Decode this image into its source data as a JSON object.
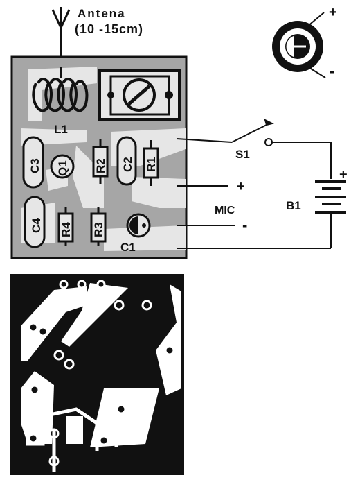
{
  "labels": {
    "antenna_title": "Antena",
    "antenna_length": "(10 -15cm)",
    "l1": "L1",
    "c3": "C3",
    "q1": "Q1",
    "r2": "R2",
    "c2": "C2",
    "r1": "R1",
    "c4": "C4",
    "r4": "R4",
    "r3": "R3",
    "c1": "C1",
    "s1": "S1",
    "b1": "B1",
    "mic": "MIC",
    "mic_plus": "+",
    "mic_minus": "-",
    "battery_plus": "+",
    "cap_symbol_plus": "+",
    "cap_symbol_minus": "-"
  },
  "colors": {
    "board_fill": "#a6a6a6",
    "trace_fill": "#e6e6e6",
    "ink": "#111111",
    "copper_dark": "#111111",
    "copper_clear": "#ffffff"
  }
}
